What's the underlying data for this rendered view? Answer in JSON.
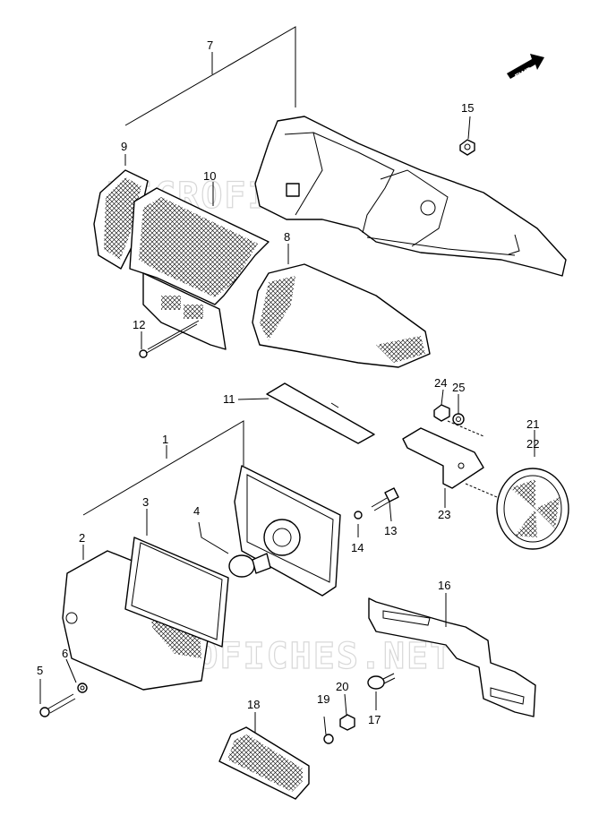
{
  "fwd_label": "FWD",
  "watermark": "MICROFICHES.NET",
  "callouts": {
    "c1": "1",
    "c2": "2",
    "c3": "3",
    "c4": "4",
    "c5": "5",
    "c6": "6",
    "c7": "7",
    "c8": "8",
    "c9": "9",
    "c10": "10",
    "c11": "11",
    "c12": "12",
    "c13": "13",
    "c14": "14",
    "c15": "15",
    "c16": "16",
    "c17": "17",
    "c18": "18",
    "c19": "19",
    "c20": "20",
    "c21": "21",
    "c22": "22",
    "c23": "23",
    "c24": "24",
    "c25": "25"
  }
}
